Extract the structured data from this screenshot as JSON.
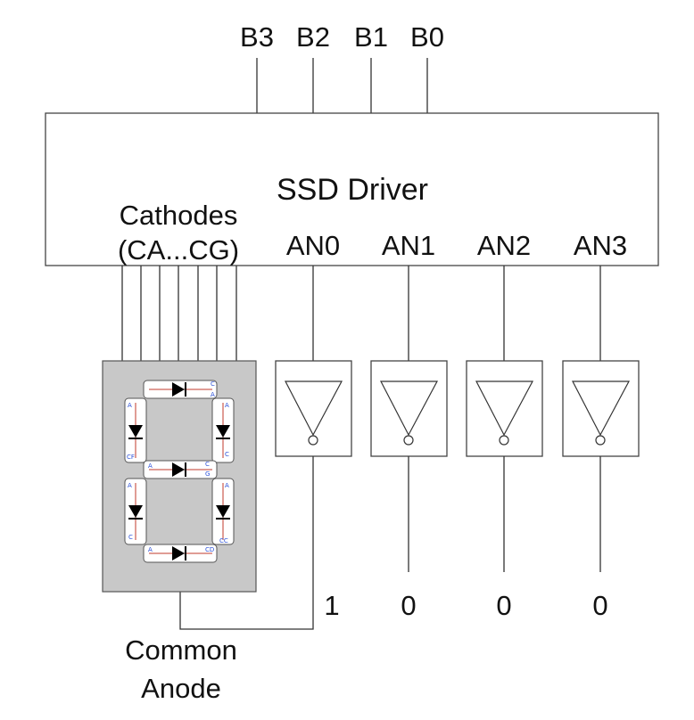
{
  "inputs": {
    "b3": "B3",
    "b2": "B2",
    "b1": "B1",
    "b0": "B0"
  },
  "driver": {
    "title": "SSD Driver"
  },
  "cathodes": {
    "line1": "Cathodes",
    "line2": "(CA...CG)"
  },
  "anodes": [
    {
      "label": "AN0",
      "value": "1"
    },
    {
      "label": "AN1",
      "value": "0"
    },
    {
      "label": "AN2",
      "value": "0"
    },
    {
      "label": "AN3",
      "value": "0"
    }
  ],
  "common_anode": {
    "line1": "Common",
    "line2": "Anode"
  },
  "display_segment_labels": {
    "top_left": "C",
    "top_right": "A",
    "ul_a": "A",
    "ul_cf": "CF",
    "ur_a": "A",
    "ur_c": "C",
    "mid_a": "A",
    "mid_c": "C",
    "mid_g": "G",
    "ll_a": "A",
    "ll_c": "C",
    "lr_a": "A",
    "lr_cc": "CC",
    "bot_a": "A",
    "bot_cd": "CD"
  },
  "colors": {
    "display_body": "#c8c8c8",
    "segment_line": "#c0392b",
    "pin_text": "#2a4fd8"
  }
}
